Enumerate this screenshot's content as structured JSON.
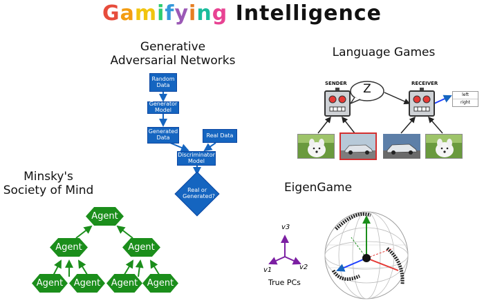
{
  "title": {
    "part1_letters": [
      "G",
      "a",
      "m",
      "i",
      "f",
      "y",
      "i",
      "n",
      "g"
    ],
    "part1_colors": [
      "#e74c3c",
      "#f39c12",
      "#f1c40f",
      "#2ecc71",
      "#3498db",
      "#9b59b6",
      "#e67e22",
      "#1abc9c",
      "#e84393"
    ],
    "part2": "Intelligence"
  },
  "gan": {
    "title_line1": "Generative",
    "title_line2": "Adversarial Networks",
    "random_data": "Random Data",
    "generator": "Generator Model",
    "generated": "Generated Data",
    "real": "Real Data",
    "discriminator": "Discriminator Model",
    "decision": "Real or Generated?",
    "color": "#1565c0"
  },
  "language": {
    "title": "Language Games",
    "sender": "SENDER",
    "receiver": "RECEIVER",
    "message": "Z",
    "options": [
      "left",
      "right"
    ]
  },
  "minsky": {
    "title_line1": "Minsky's",
    "title_line2": "Society of Mind",
    "agent_label": "Agent",
    "color": "#1b8e1b"
  },
  "eigengame": {
    "title": "EigenGame",
    "v1": "v1",
    "v2": "v2",
    "v3": "v3",
    "caption": "True PCs",
    "axis_color": "#7b1fa2"
  }
}
